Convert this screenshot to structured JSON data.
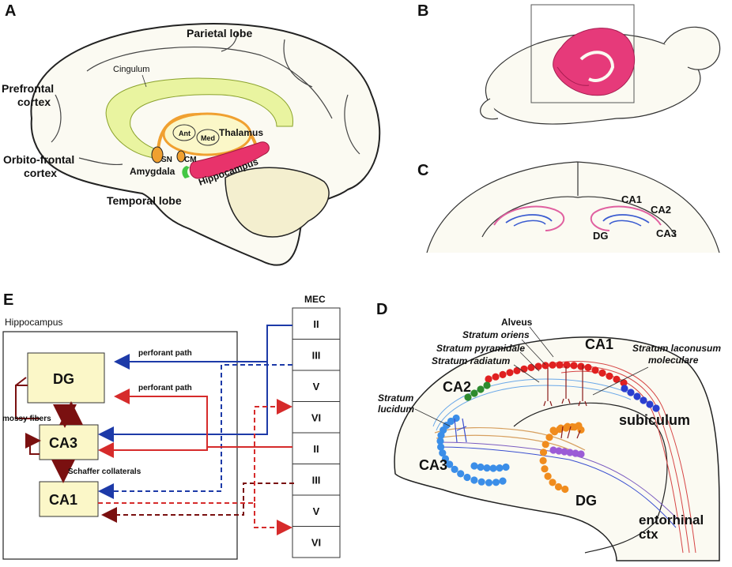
{
  "colors": {
    "brain_fill": "#fbfaf2",
    "yellow_fill": "#fbf7c8",
    "cingulum_fill": "#e9f4a0",
    "orange": "#f0a030",
    "hippo_pink": "#e8336b",
    "magenta": "#e63a7a",
    "blue": "#1d3aa8",
    "red": "#d62b2b",
    "dark_red": "#7a1010",
    "dot_red": "#e02020",
    "dot_blue": "#3b8ee8",
    "dot_green": "#2e8b2e",
    "dot_orange": "#f08c1e",
    "dot_purple": "#9b5bd6",
    "dot_darkblue": "#2a3fd0",
    "green_amygdala": "#44c744"
  },
  "panelA": {
    "letter": "A",
    "parietal": "Parietal lobe",
    "prefrontal_1": "Prefrontal",
    "prefrontal_2": "cortex",
    "orbito_1": "Orbito-frontal",
    "orbito_2": "cortex",
    "temporal": "Temporal lobe",
    "cingulum": "Cingulum",
    "thalamus": "Thalamus",
    "ant": "Ant",
    "med": "Med",
    "sn": "SN",
    "cm": "CM",
    "amygdala": "Amygdala",
    "hippocampus": "Hippocampus"
  },
  "panelB": {
    "letter": "B"
  },
  "panelC": {
    "letter": "C",
    "ca1": "CA1",
    "ca2": "CA2",
    "ca3": "CA3",
    "dg": "DG"
  },
  "panelE": {
    "letter": "E",
    "hippocampus": "Hippocampus",
    "mec": "MEC",
    "dg": "DG",
    "ca3": "CA3",
    "ca1": "CA1",
    "perforant_path_1": "perforant path",
    "perforant_path_2": "perforant path",
    "mossy_fibers": "mossy fibers",
    "schaffer": "Schaffer collaterals",
    "layers": [
      "II",
      "III",
      "V",
      "VI",
      "II",
      "III",
      "V",
      "VI"
    ]
  },
  "panelD": {
    "letter": "D",
    "alveus": "Alveus",
    "stratum_oriens": "Stratum oriens",
    "stratum_pyramidale": "Stratum pyramidale",
    "stratum_radiatum": "Stratum radiatum",
    "stratum_lucidum_1": "Stratum",
    "stratum_lucidum_2": "lucidum",
    "stratum_lacunosum_1": "Stratum laconusum",
    "stratum_lacunosum_2": "moleculare",
    "ca1": "CA1",
    "ca2": "CA2",
    "ca3": "CA3",
    "dg": "DG",
    "subiculum": "subiculum",
    "entorhinal_1": "entorhinal",
    "entorhinal_2": "ctx"
  }
}
